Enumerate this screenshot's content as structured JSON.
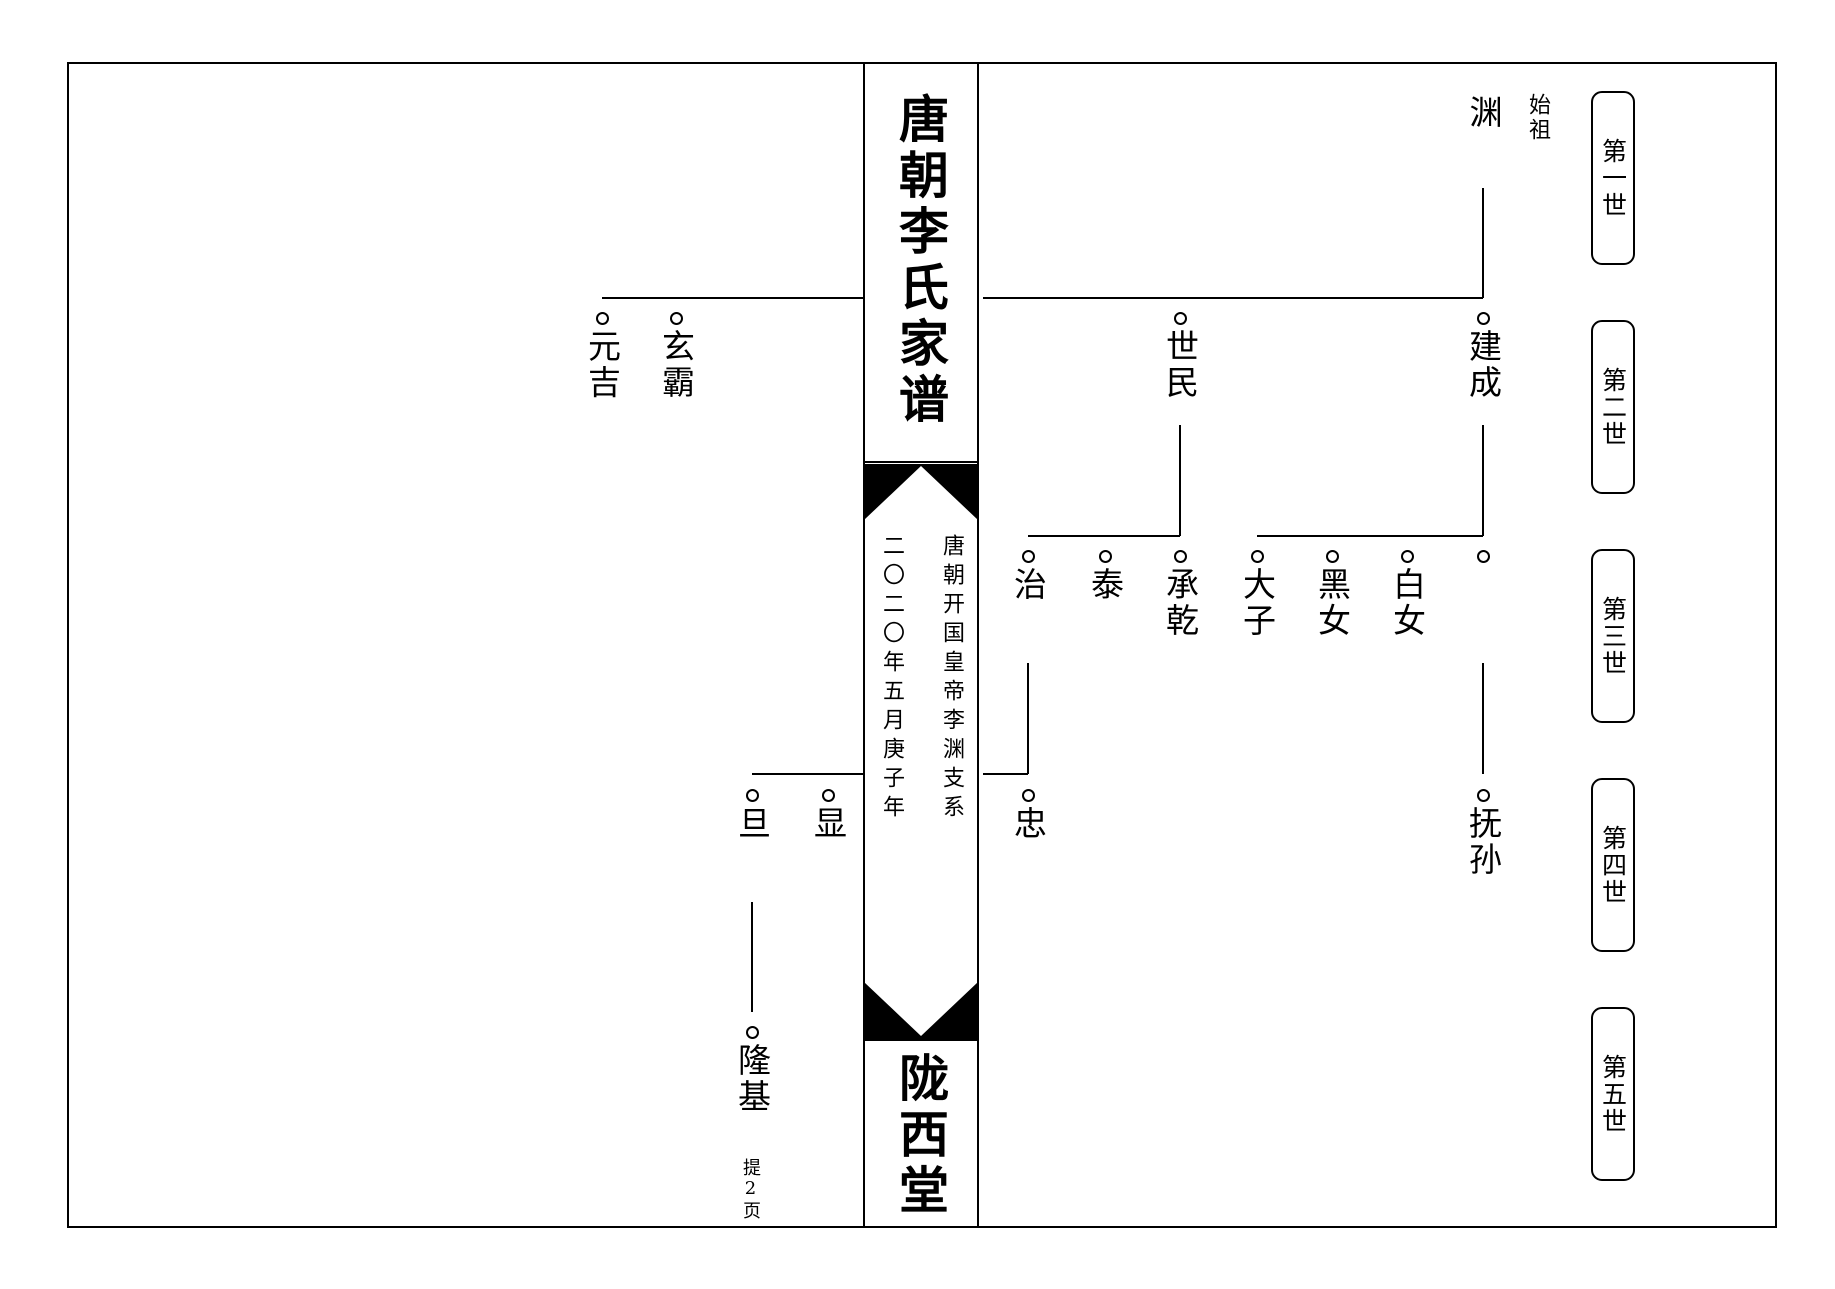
{
  "spine": {
    "title": "唐朝李氏家谱",
    "branch": "唐朝开国皇帝李渊支系",
    "date": "二〇二〇年五月庚子年",
    "hall": "陇西堂"
  },
  "generations": [
    "第一世",
    "第二世",
    "第三世",
    "第四世",
    "第五世"
  ],
  "founder": {
    "label": "始祖",
    "name": "渊"
  },
  "people": {
    "jiancheng": "建成",
    "shimin": "世民",
    "yuanji": "元吉",
    "xuanba": "玄霸",
    "chengqian": "承乾",
    "tai": "泰",
    "zhi": "治",
    "taizi": "大子",
    "heinv": "黑女",
    "bainv": "白女",
    "zhong": "忠",
    "fusun": "抚孙",
    "dan": "旦",
    "xian": "显",
    "longji": "隆基"
  },
  "page_ref": "提2页"
}
